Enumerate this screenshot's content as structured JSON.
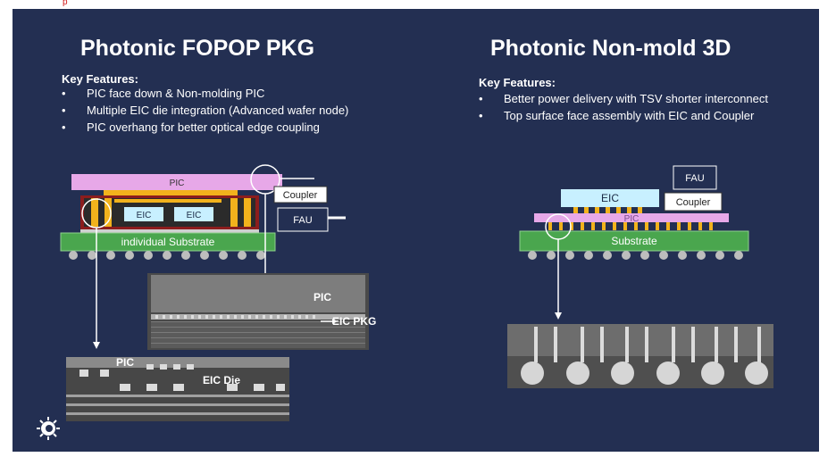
{
  "corner_mark": "p",
  "left": {
    "title": "Photonic FOPOP PKG",
    "key_features_label": "Key Features:",
    "features": [
      "PIC face down & Non-molding PIC",
      "Multiple EIC die integration (Advanced wafer node)",
      "PIC overhang for better optical edge coupling"
    ],
    "diagram": {
      "pic": "PIC",
      "eic_1": "EIC",
      "eic_2": "EIC",
      "coupler": "Coupler",
      "fau": "FAU",
      "substrate": "individual Substrate"
    },
    "xsection_top": {
      "pic": "PIC",
      "eic_pkg": "EIC PKG"
    },
    "xsection_bottom": {
      "pic": "PIC",
      "eic_die": "EIC Die"
    }
  },
  "right": {
    "title": "Photonic Non-mold 3D",
    "key_features_label": "Key Features:",
    "features": [
      "Better power delivery with TSV shorter interconnect",
      "Top surface face assembly with EIC and Coupler"
    ],
    "diagram": {
      "fau": "FAU",
      "eic": "EIC",
      "coupler": "Coupler",
      "pic": "PIC",
      "substrate": "Substrate"
    }
  },
  "colors": {
    "background": "#232f52",
    "pic": "#e7a8e8",
    "substrate": "#4aa64e",
    "eic": "#c8f0ff",
    "bump": "#f2b21c"
  }
}
